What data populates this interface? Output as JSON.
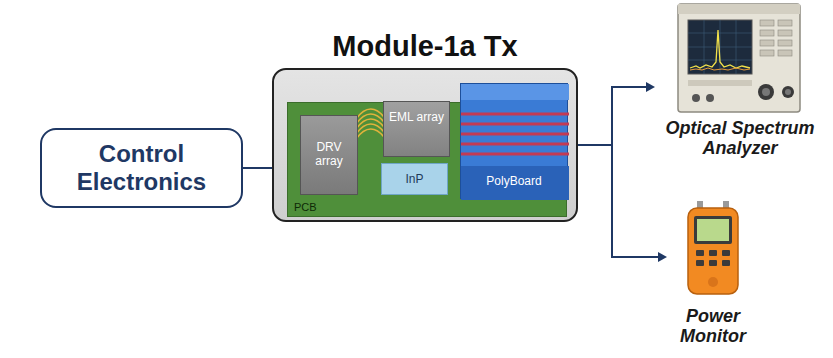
{
  "diagram": {
    "nodes": [
      {
        "text": [
          "Control Electronics"
        ]
      },
      {
        "text": [
          "Module-1a Tx"
        ]
      },
      {
        "text": [
          "PCB"
        ],
        "in": 1
      },
      {
        "text": [
          "DRV array"
        ],
        "in": 2
      },
      {
        "text": [
          "EML array"
        ],
        "in": 2
      },
      {
        "text": [
          "PolyBoard"
        ],
        "in": 2
      },
      {
        "text": [
          "InP"
        ],
        "in": 2
      },
      {
        "text": [
          "Optical Spectrum Analyzer"
        ]
      },
      {
        "text": [
          "Power Monitor"
        ]
      }
    ],
    "edges": [
      {
        "from": 0,
        "to": 1,
        "arrow": "none"
      },
      {
        "from": 1,
        "to": 7,
        "arrow": "to"
      },
      {
        "from": 1,
        "to": 8,
        "arrow": "to"
      }
    ]
  }
}
